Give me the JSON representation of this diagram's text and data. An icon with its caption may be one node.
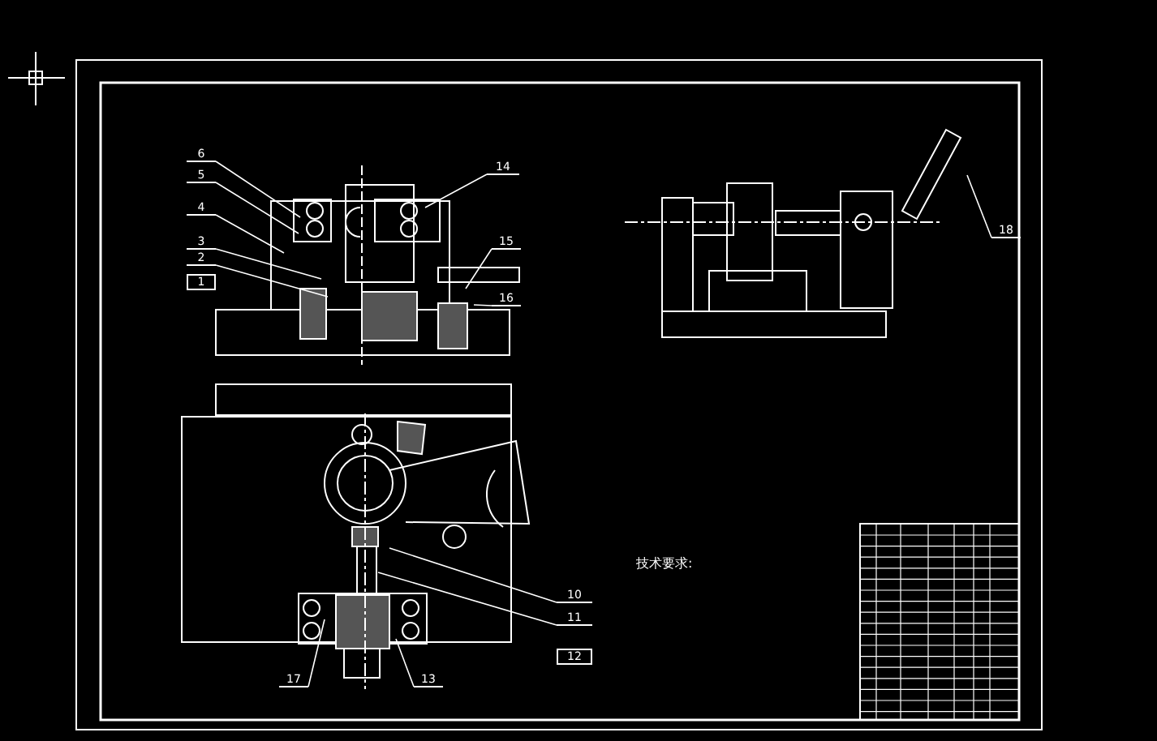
{
  "diagram": {
    "nodes": [
      {
        "text": [
          "6"
        ]
      },
      {
        "text": [
          "5"
        ]
      },
      {
        "text": [
          "4"
        ]
      },
      {
        "text": [
          "3"
        ]
      },
      {
        "text": [
          "2"
        ]
      },
      {
        "text": [
          "1"
        ]
      },
      {
        "text": [
          "14"
        ]
      },
      {
        "text": [
          "15"
        ]
      },
      {
        "text": [
          "16"
        ]
      },
      {
        "text": [
          "18"
        ]
      },
      {
        "text": [
          "10"
        ]
      },
      {
        "text": [
          "11"
        ]
      },
      {
        "text": [
          "12"
        ]
      },
      {
        "text": [
          "17"
        ]
      },
      {
        "text": [
          "13"
        ]
      }
    ],
    "edges": [
      {
        "from": 0,
        "to": null,
        "arrow": "none"
      },
      {
        "from": 1,
        "to": null,
        "arrow": "none"
      },
      {
        "from": 2,
        "to": null,
        "arrow": "none"
      },
      {
        "from": 3,
        "to": null,
        "arrow": "none"
      },
      {
        "from": 4,
        "to": null,
        "arrow": "none"
      },
      {
        "from": 6,
        "to": null,
        "arrow": "none"
      },
      {
        "from": 7,
        "to": null,
        "arrow": "none"
      },
      {
        "from": 8,
        "to": null,
        "arrow": "none"
      },
      {
        "from": 9,
        "to": null,
        "arrow": "none"
      },
      {
        "from": 10,
        "to": null,
        "arrow": "none"
      },
      {
        "from": 11,
        "to": null,
        "arrow": "none"
      },
      {
        "from": 13,
        "to": null,
        "arrow": "none"
      },
      {
        "from": 14,
        "to": null,
        "arrow": "none"
      }
    ],
    "labels": [
      "技术要求:"
    ]
  }
}
